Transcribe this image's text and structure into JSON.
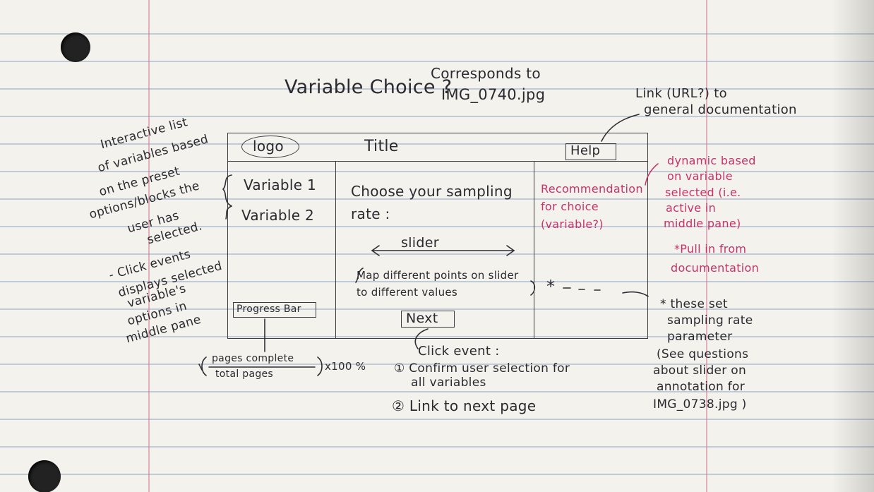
{
  "heading": {
    "title": "Variable Choice ?",
    "corresponds": "Corresponds to",
    "image_ref": "IMG_0740.jpg"
  },
  "wireframe": {
    "logo": "logo",
    "title": "Title",
    "help": "Help",
    "variables": [
      "Variable 1",
      "Variable 2"
    ],
    "progress": "Progress Bar",
    "prompt": "Choose your sampling rate :",
    "slider": "slider",
    "slider_note": "Map different points on slider to different values",
    "next": "Next",
    "recommendation": "Recommendation for choice (variable?)",
    "star": "*"
  },
  "annotations": {
    "left_list": [
      "Interactive list",
      "of variables based",
      "on the preset",
      "options/blocks the",
      "user has",
      "selected."
    ],
    "left_click": [
      "- Click events",
      "displays selected",
      "variable's",
      "options in",
      "middle pane"
    ],
    "help_link": [
      "Link (URL?) to",
      "general documentation"
    ],
    "dynamic": [
      "dynamic based",
      "on variable",
      "selected (i.e.",
      "active in",
      "middle pane)"
    ],
    "pull": [
      "*Pull in from",
      "documentation"
    ],
    "star_note": [
      "* these set",
      "sampling rate",
      "parameter",
      "(See questions",
      "about slider on",
      "annotation for",
      "IMG_0738.jpg )"
    ],
    "progress_formula": {
      "numerator": "pages complete",
      "denominator": "total pages",
      "multiplier": "x100 %"
    },
    "click_event": {
      "label": "Click event :",
      "steps": [
        "① Confirm user selection for",
        "all variables",
        "② Link to next page"
      ]
    }
  },
  "colors": {
    "ink": "#2a2a30",
    "red_ink": "#c8326a",
    "paper": "#f3f2ec",
    "rule_lines": "#6e8cb9"
  }
}
